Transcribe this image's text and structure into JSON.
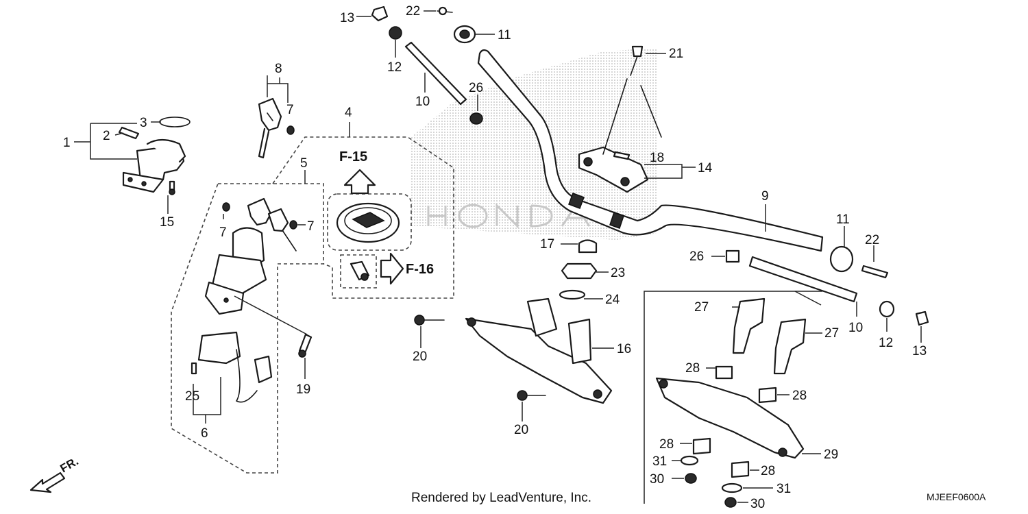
{
  "diagram": {
    "callouts": {
      "c1": "1",
      "c2": "2",
      "c3": "3",
      "c4": "4",
      "c5": "5",
      "c6": "6",
      "c7a": "7",
      "c7b": "7",
      "c7c": "7",
      "c8": "8",
      "c9": "9",
      "c10a": "10",
      "c10b": "10",
      "c11a": "11",
      "c11b": "11",
      "c12a": "12",
      "c12b": "12",
      "c13a": "13",
      "c13b": "13",
      "c14": "14",
      "c15": "15",
      "c16": "16",
      "c17": "17",
      "c18": "18",
      "c19": "19",
      "c20a": "20",
      "c20b": "20",
      "c21": "21",
      "c22a": "22",
      "c22b": "22",
      "c23": "23",
      "c24": "24",
      "c25": "25",
      "c26a": "26",
      "c26b": "26",
      "c27a": "27",
      "c27b": "27",
      "c28a": "28",
      "c28b": "28",
      "c28c": "28",
      "c28d": "28",
      "c29": "29",
      "c30a": "30",
      "c30b": "30",
      "c31a": "31",
      "c31b": "31"
    },
    "references": {
      "f15": "F-15",
      "f16": "F-16"
    },
    "direction_label": "FR.",
    "footer": "Rendered by LeadVenture, Inc.",
    "diagram_code": "MJEEF0600A"
  }
}
